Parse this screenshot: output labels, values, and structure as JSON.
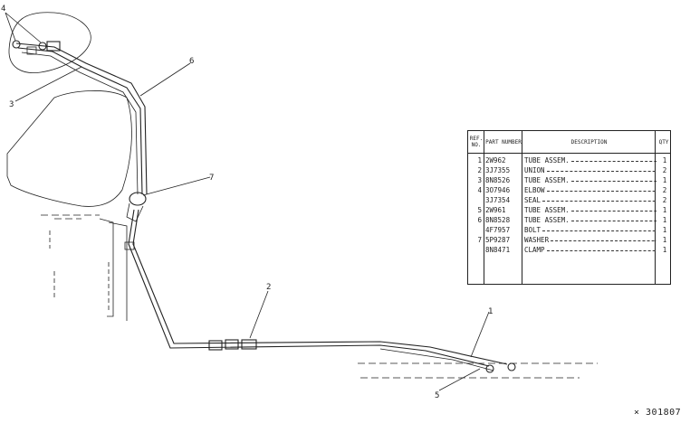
{
  "callouts": [
    "4",
    "6",
    "3",
    "7",
    "2",
    "1",
    "5"
  ],
  "table": {
    "headers": {
      "ref": "REF. NO.",
      "part": "PART NUMBER",
      "desc": "DESCRIPTION",
      "qty": "QTY"
    },
    "rows": [
      {
        "ref": "1",
        "part": "2W962",
        "desc": "TUBE ASSEM.",
        "qty": "1"
      },
      {
        "ref": "2",
        "part": "3J7355",
        "desc": "UNION",
        "qty": "2"
      },
      {
        "ref": "3",
        "part": "8N8526",
        "desc": "TUBE ASSEM.",
        "qty": "1"
      },
      {
        "ref": "4",
        "part": "3O7946",
        "desc": "ELBOW",
        "qty": "2"
      },
      {
        "ref": "",
        "part": "3J7354",
        "desc": "SEAL",
        "qty": "2"
      },
      {
        "ref": "5",
        "part": "2W961",
        "desc": "TUBE ASSEM.",
        "qty": "1"
      },
      {
        "ref": "6",
        "part": "8N8528",
        "desc": "TUBE ASSEM.",
        "qty": "1"
      },
      {
        "ref": "",
        "part": "4F7957",
        "desc": "BOLT",
        "qty": "1"
      },
      {
        "ref": "7",
        "part": "5P9287",
        "desc": "WASHER",
        "qty": "1"
      },
      {
        "ref": "",
        "part": "8N8471",
        "desc": "CLAMP",
        "qty": "1"
      }
    ]
  },
  "drawing_number": "× 301807"
}
